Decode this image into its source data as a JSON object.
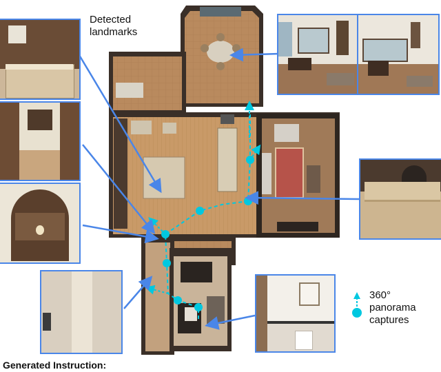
{
  "labels": {
    "detected_landmarks_line1": "Detected",
    "detected_landmarks_line2": "landmarks",
    "panorama_line1": "360°",
    "panorama_line2": "panorama",
    "panorama_line3": "captures",
    "instruction_title": "Generated Instruction:"
  },
  "colors": {
    "landmark_arrow": "#4a86e8",
    "panorama_marker": "#00c8e0",
    "plan_floor": "#c49a6c",
    "plan_wall": "#3a2f28",
    "background": "#ffffff"
  },
  "icons": {
    "panorama_marker": "cyan-dot-with-arrow-icon"
  }
}
